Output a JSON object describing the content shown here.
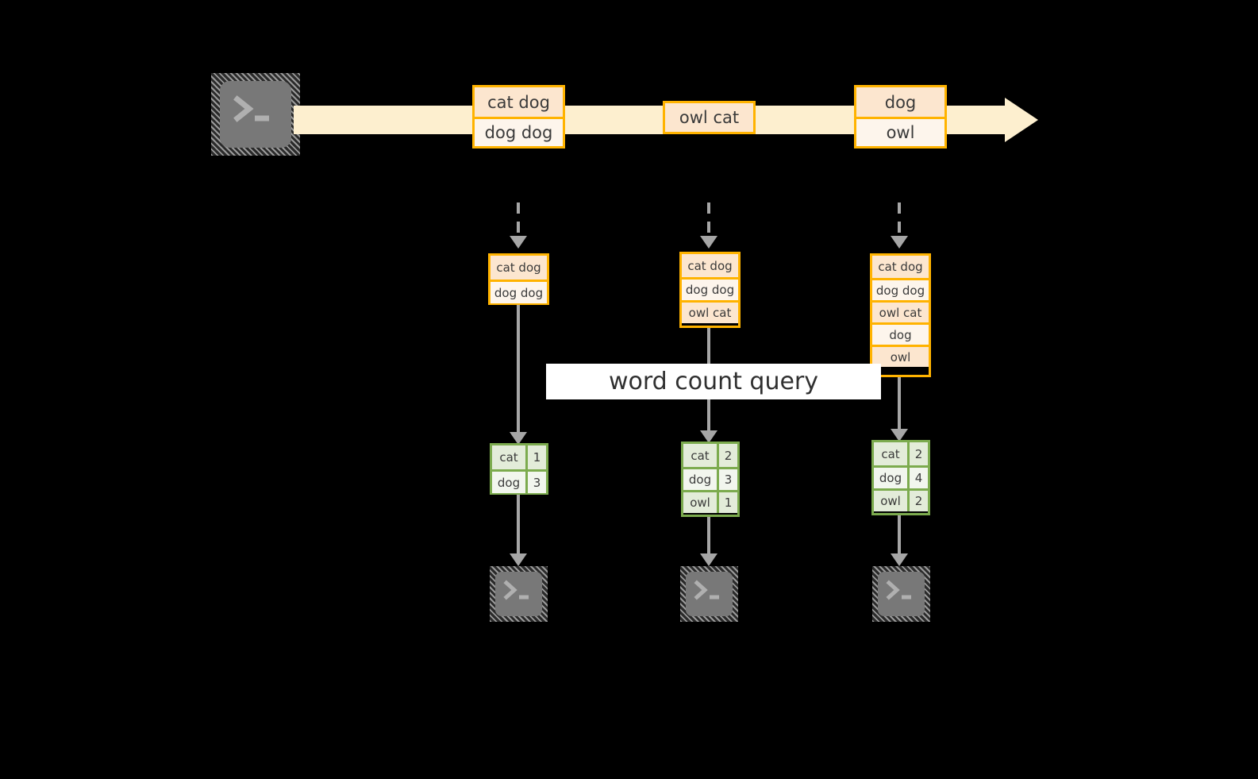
{
  "diagram": {
    "title_label": "word count query",
    "colors": {
      "background": "#000000",
      "stream_band": "#fdefcf",
      "record_border": "#ffb300",
      "record_fill_dark": "#fce6cf",
      "record_fill_light": "#fdf5ec",
      "result_border": "#7cab4e",
      "result_fill_dark": "#e3ecd9",
      "result_fill_light": "#f2f6ee",
      "connector": "#a6a6a6",
      "terminal_body": "#787878",
      "label_background": "#ffffff"
    },
    "source": {
      "icon": "terminal-icon",
      "label": ""
    },
    "stream": {
      "direction": "left-to-right",
      "events": [
        {
          "id": "event-1",
          "lines": [
            "cat dog",
            "dog dog"
          ]
        },
        {
          "id": "event-2",
          "lines": [
            "owl cat"
          ]
        },
        {
          "id": "event-3",
          "lines": [
            "dog",
            "owl"
          ]
        }
      ]
    },
    "snapshots": [
      {
        "id": "snapshot-1",
        "input_rows": [
          "cat dog",
          "dog dog"
        ],
        "results": {
          "rows": [
            {
              "word": "cat",
              "count": "1"
            },
            {
              "word": "dog",
              "count": "3"
            }
          ]
        },
        "sink_icon": "terminal-icon"
      },
      {
        "id": "snapshot-2",
        "input_rows": [
          "cat dog",
          "dog dog",
          "owl cat"
        ],
        "results": {
          "rows": [
            {
              "word": "cat",
              "count": "2"
            },
            {
              "word": "dog",
              "count": "3"
            },
            {
              "word": "owl",
              "count": "1"
            }
          ]
        },
        "sink_icon": "terminal-icon"
      },
      {
        "id": "snapshot-3",
        "input_rows": [
          "cat dog",
          "dog dog",
          "owl cat",
          "dog",
          "owl"
        ],
        "results": {
          "rows": [
            {
              "word": "cat",
              "count": "2"
            },
            {
              "word": "dog",
              "count": "4"
            },
            {
              "word": "owl",
              "count": "2"
            }
          ]
        },
        "sink_icon": "terminal-icon"
      }
    ]
  }
}
